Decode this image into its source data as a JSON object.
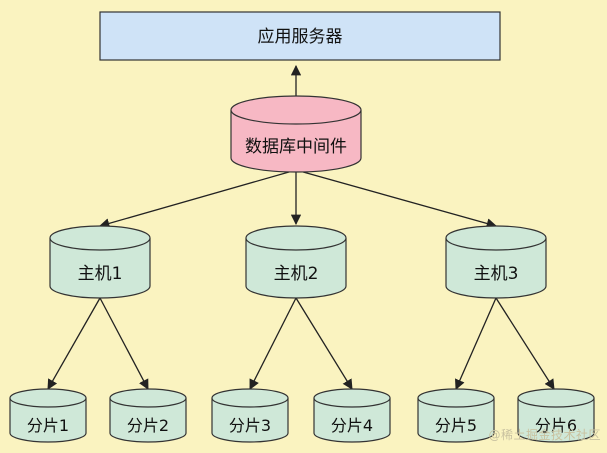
{
  "diagram": {
    "app_server": {
      "label": "应用服务器"
    },
    "middleware": {
      "label": "数据库中间件"
    },
    "hosts": [
      {
        "label": "主机1"
      },
      {
        "label": "主机2"
      },
      {
        "label": "主机3"
      }
    ],
    "shards": [
      {
        "label": "分片1"
      },
      {
        "label": "分片2"
      },
      {
        "label": "分片3"
      },
      {
        "label": "分片4"
      },
      {
        "label": "分片5"
      },
      {
        "label": "分片6"
      }
    ]
  },
  "watermark": "@稀土掘金技术社区",
  "colors": {
    "background": "#faf3c0",
    "server_fill": "#cfe3f7",
    "middleware_fill": "#f7b8c4",
    "node_fill": "#cfe8d8",
    "stroke": "#333333"
  }
}
